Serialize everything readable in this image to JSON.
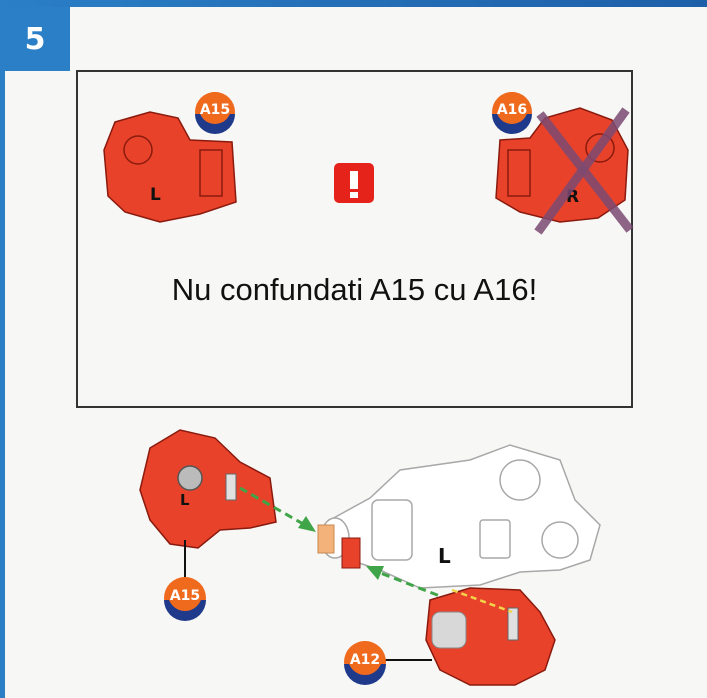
{
  "step": {
    "number": "5"
  },
  "warning": {
    "message": "Nu confundati A15 cu A16!",
    "icon": "exclamation-icon",
    "correct_part": {
      "code": "A15",
      "side": "L"
    },
    "wrong_part": {
      "code": "A16",
      "side": "R"
    }
  },
  "assembly": {
    "part_main": {
      "code": "A15",
      "side": "L"
    },
    "part_small": {
      "code": "A12"
    },
    "assembly_side": "L"
  },
  "colors": {
    "accent_blue": "#2a7fc6",
    "part_red": "#e8432a",
    "badge_orange": "#f06a1e",
    "badge_navy": "#1f3a8a",
    "arrow_green": "#3fa548",
    "warning_red": "#e5231b",
    "cross_purple": "#7b4a72"
  }
}
